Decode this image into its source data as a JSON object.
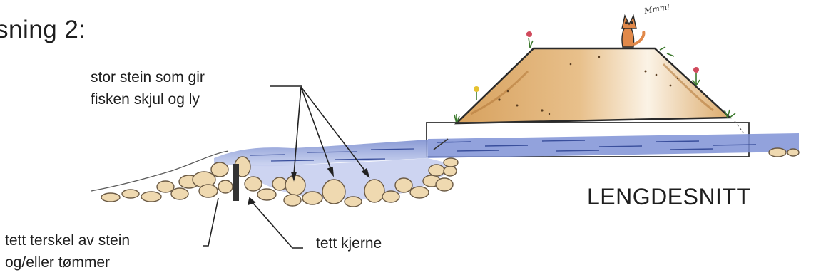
{
  "heading": "sning 2:",
  "labels": {
    "stone_line1": "stor stein som gir",
    "stone_line2": "fisken skjul og ly",
    "section": "LENGDESNITT",
    "threshold_line1": "tett terskel av stein",
    "threshold_line2": "og/eller tømmer",
    "core": "tett kjerne"
  },
  "fox_exclamation": "Mmm!",
  "colors": {
    "water": "#8fa0d6",
    "water_dark": "#4f63b0",
    "stone_fill": "#efd9b0",
    "stone_outline": "#6b5a44",
    "earth": "#d9a766",
    "core_post": "#333333"
  }
}
